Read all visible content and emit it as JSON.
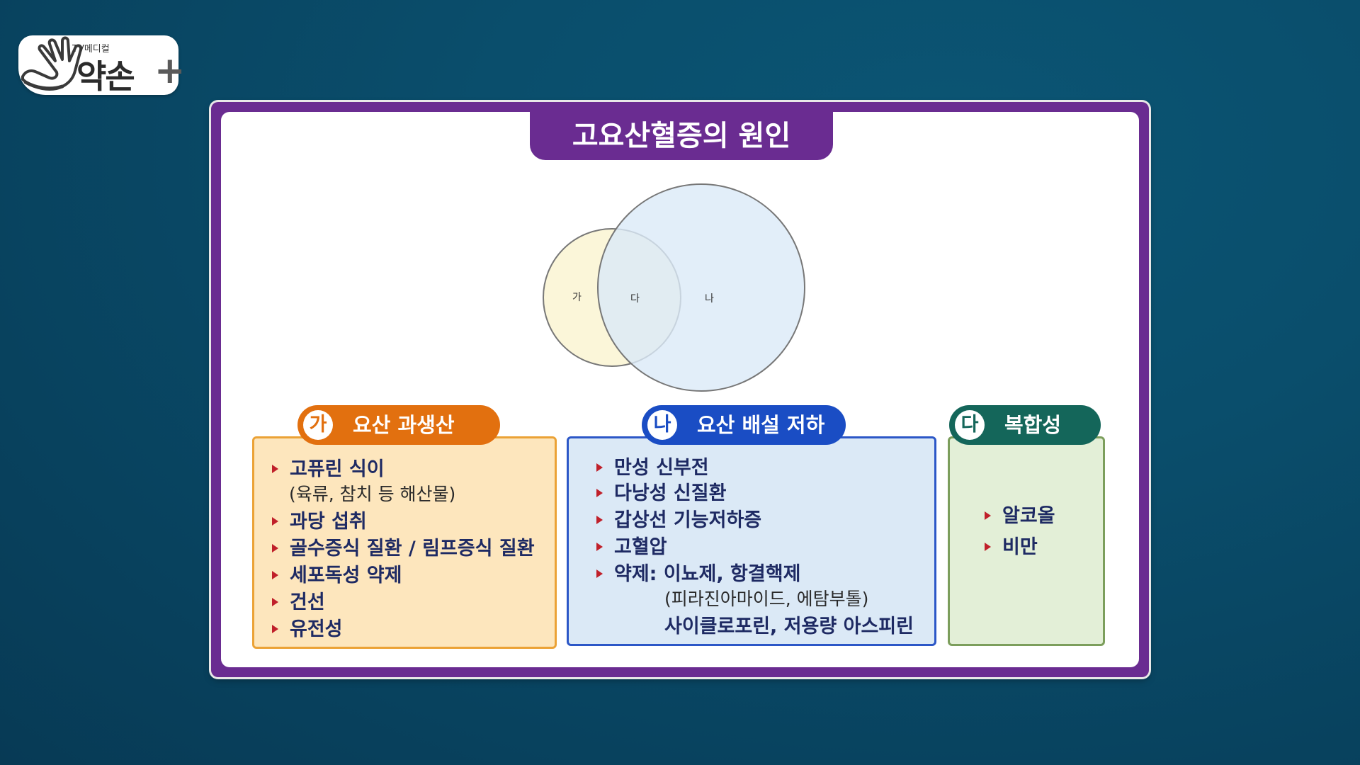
{
  "logo": {
    "subtitle": "TV메디컬",
    "name": "약손",
    "plus": "+"
  },
  "slide": {
    "title": "고요산혈증의 원인"
  },
  "venn": {
    "left_label": "가",
    "overlap_label": "다",
    "right_label": "나"
  },
  "categories": [
    {
      "badge": "가",
      "title": "요산 과생산",
      "color": "#e2700f",
      "fill": "#fde6bd",
      "border": "#eba236",
      "items": [
        "고퓨린 식이",
        "과당 섭취",
        "골수증식 질환 / 림프증식 질환",
        "세포독성 약제",
        "건선",
        "유전성"
      ],
      "note": "(육류, 참치 등 해산물)"
    },
    {
      "badge": "나",
      "title": "요산 배설 저하",
      "color": "#1a4dc4",
      "fill": "#dbe9f6",
      "border": "#2c57c7",
      "items": [
        "만성 신부전",
        "다낭성 신질환",
        "갑상선 기능저하증",
        "고혈압",
        "약제: 이뇨제, 항결핵제"
      ],
      "note": "(피라진아마이드, 에탐부톨)",
      "note2": "사이클로포린, 저용량 아스피린"
    },
    {
      "badge": "다",
      "title": "복합성",
      "color": "#14665a",
      "fill": "#e3efd7",
      "border": "#7c9e5c",
      "items": [
        "알코올",
        "비만"
      ]
    }
  ]
}
